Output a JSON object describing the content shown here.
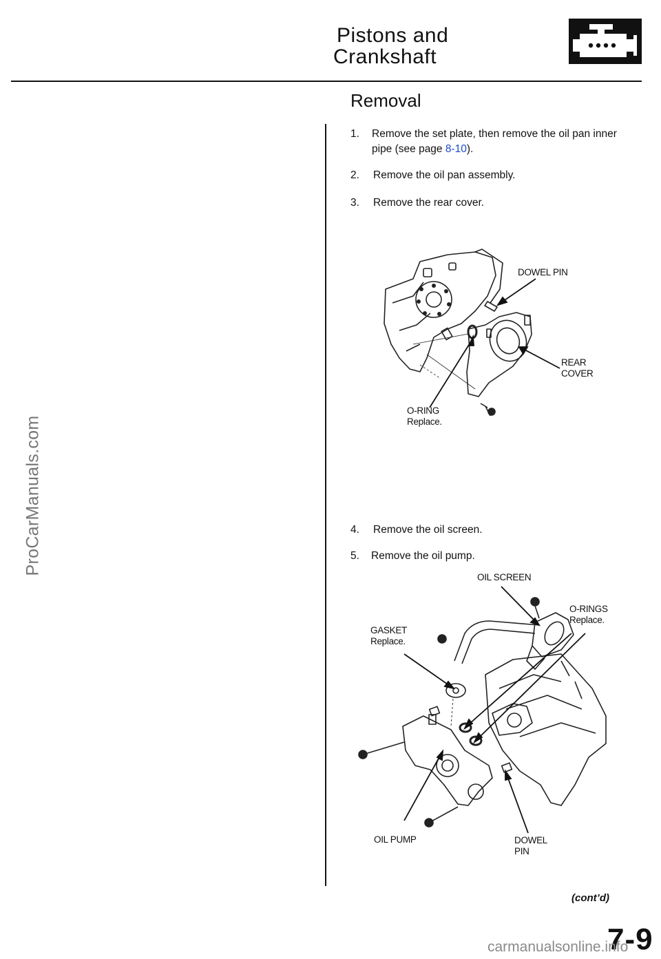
{
  "header": {
    "title_line1": "Pistons and",
    "title_line2": "Crankshaft",
    "icon": "engine-icon"
  },
  "section": {
    "title": "Removal"
  },
  "steps": [
    {
      "num": "1.",
      "text_line1": "Remove the set plate, then remove the oil pan inner",
      "text_line2_pre": "pipe (see page ",
      "link": "8-10",
      "text_line2_post": ")."
    },
    {
      "num": "2.",
      "text": "Remove the oil pan assembly."
    },
    {
      "num": "3.",
      "text": "Remove the rear cover."
    },
    {
      "num": "4.",
      "text": "Remove the oil screen."
    },
    {
      "num": "5.",
      "text": "Remove the oil pump."
    }
  ],
  "figure1": {
    "labels": {
      "dowel_pin": "DOWEL PIN",
      "rear_cover_1": "REAR",
      "rear_cover_2": "COVER",
      "oring_1": "O-RING",
      "oring_2": "Replace."
    }
  },
  "figure2": {
    "labels": {
      "oil_screen": "OIL SCREEN",
      "orings_1": "O-RINGS",
      "orings_2": "Replace.",
      "gasket_1": "GASKET",
      "gasket_2": "Replace.",
      "oil_pump": "OIL PUMP",
      "dowel_1": "DOWEL",
      "dowel_2": "PIN"
    }
  },
  "footer": {
    "contd": "(cont’d)",
    "page_number": "7-9",
    "url": "carmanualsonline.info"
  },
  "watermark": "ProCarManuals.com",
  "colors": {
    "link": "#1a49c9",
    "ink": "#111111"
  }
}
